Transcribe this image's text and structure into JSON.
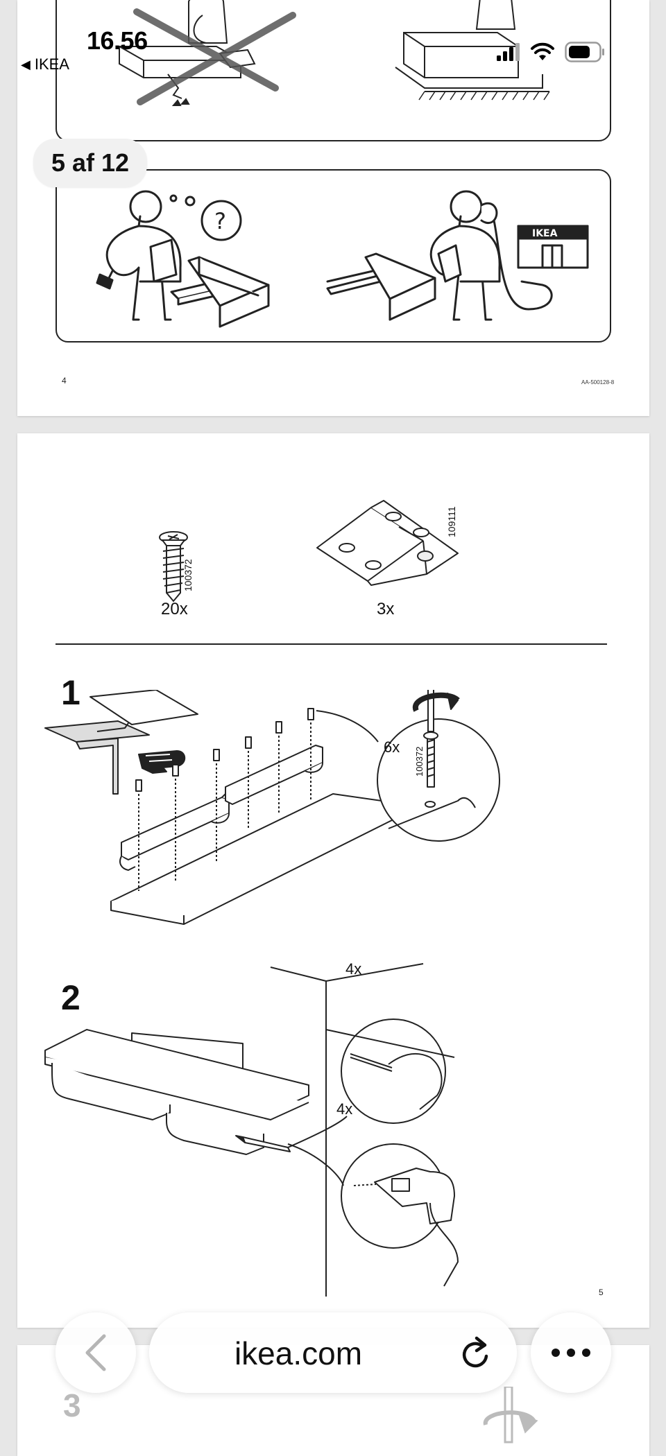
{
  "status_bar": {
    "time": "16.56",
    "back_app": "IKEA"
  },
  "page_counter": "5 af 12",
  "pages": {
    "prev": {
      "page_number": "4",
      "doc_code": "AA-500128-8"
    },
    "current": {
      "page_number": "5",
      "parts": [
        {
          "code": "100372",
          "qty": "20x"
        },
        {
          "code": "109111",
          "qty": "3x"
        }
      ],
      "steps": [
        {
          "number": "1",
          "callout_qty": "6x",
          "callout_code": "100372"
        },
        {
          "number": "2",
          "callout_qty_1": "4x",
          "callout_qty_2": "4x"
        }
      ]
    },
    "next": {
      "step_number": "3"
    }
  },
  "browser": {
    "url": "ikea.com"
  }
}
